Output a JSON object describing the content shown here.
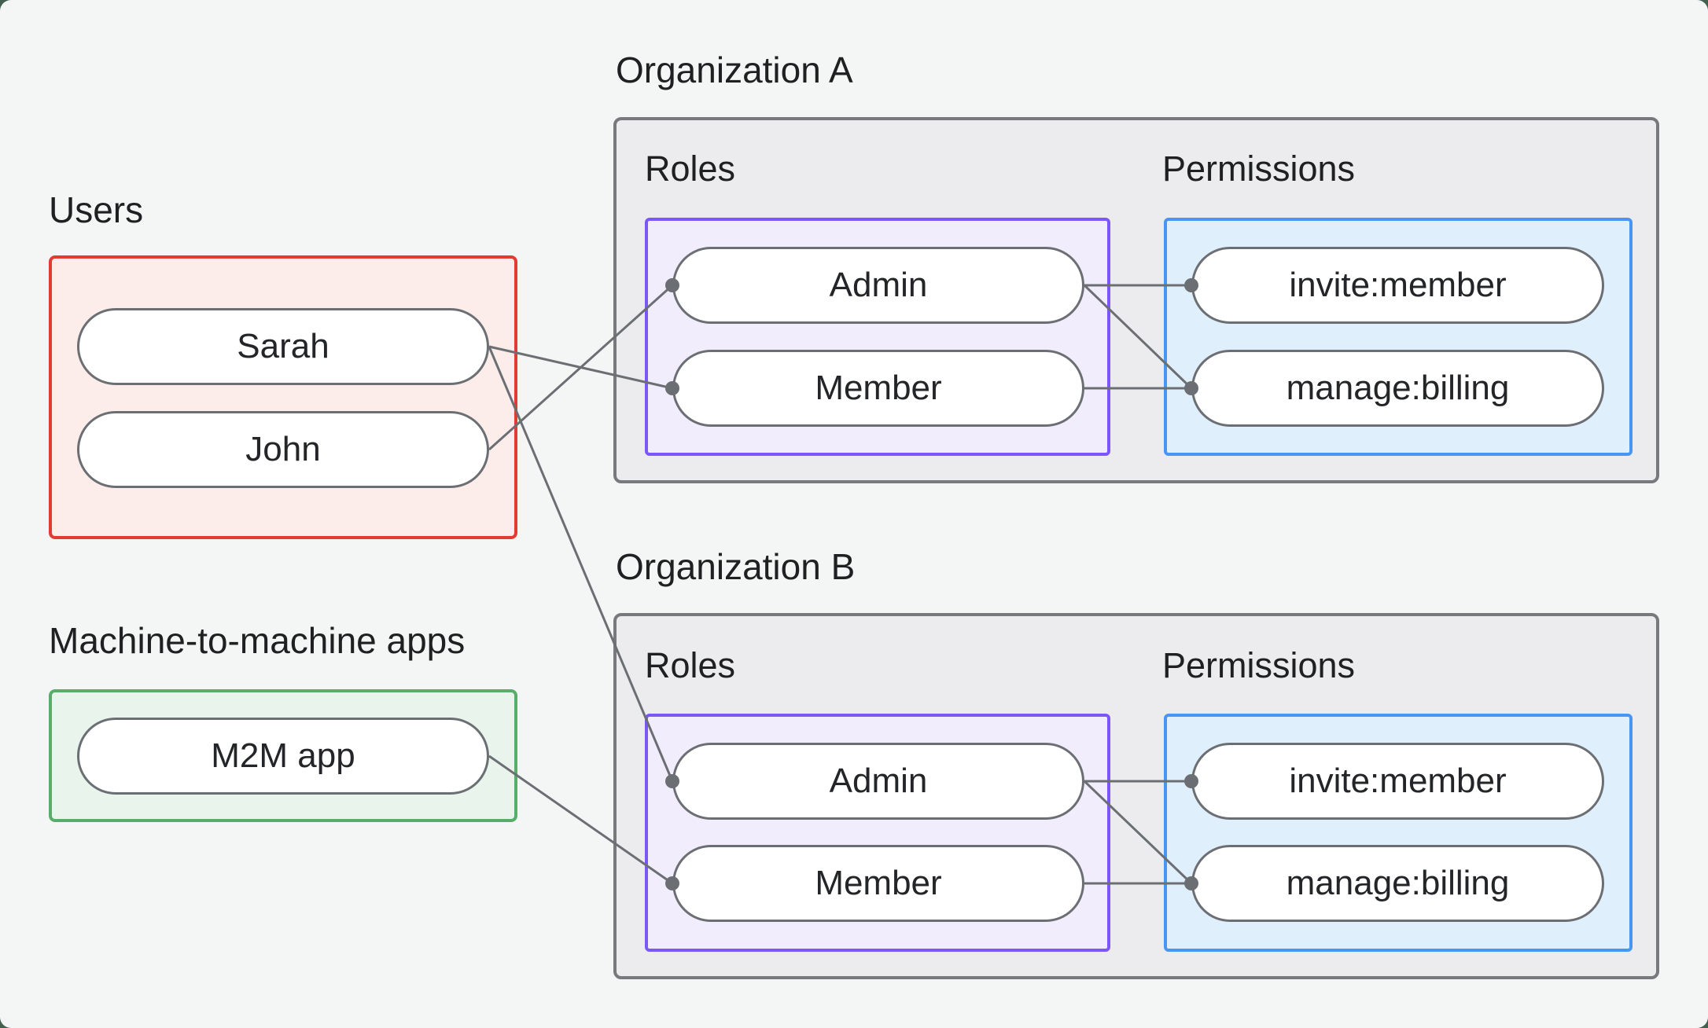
{
  "theme": {
    "page_corner_color": "#41604e",
    "card_bg": "#f4f6f5",
    "org_box_bg": "#ececee",
    "org_box_border": "#77797c",
    "users_box_border": "#e23b31",
    "users_box_bg": "#fcecea",
    "m2m_box_border": "#57ae6b",
    "m2m_box_bg": "#e9f4ec",
    "roles_box_border": "#7b57f7",
    "roles_box_bg": "#f2edfd",
    "permissions_box_border": "#4796f3",
    "permissions_box_bg": "#e0effc",
    "pill_border": "#6b6f73",
    "pill_bg": "#ffffff",
    "line_color": "#6b6f73",
    "text_color": "#1e2022"
  },
  "left_panel": {
    "users": {
      "label": "Users",
      "items": [
        {
          "id": "user-sarah",
          "label": "Sarah"
        },
        {
          "id": "user-john",
          "label": "John"
        }
      ]
    },
    "m2m": {
      "label": "Machine-to-machine apps",
      "items": [
        {
          "id": "m2m-app",
          "label": "M2M app"
        }
      ]
    }
  },
  "organizations": [
    {
      "title": "Organization A",
      "roles_label": "Roles",
      "permissions_label": "Permissions",
      "roles": [
        {
          "id": "orgA-role-admin",
          "label": "Admin"
        },
        {
          "id": "orgA-role-member",
          "label": "Member"
        }
      ],
      "permissions": [
        {
          "id": "orgA-perm-invite",
          "label": "invite:member"
        },
        {
          "id": "orgA-perm-manage",
          "label": "manage:billing"
        }
      ]
    },
    {
      "title": "Organization B",
      "roles_label": "Roles",
      "permissions_label": "Permissions",
      "roles": [
        {
          "id": "orgB-role-admin",
          "label": "Admin"
        },
        {
          "id": "orgB-role-member",
          "label": "Member"
        }
      ],
      "permissions": [
        {
          "id": "orgB-perm-invite",
          "label": "invite:member"
        },
        {
          "id": "orgB-perm-manage",
          "label": "manage:billing"
        }
      ]
    }
  ],
  "connections": [
    {
      "from": "user-sarah",
      "to": "orgA-role-member"
    },
    {
      "from": "user-john",
      "to": "orgA-role-admin"
    },
    {
      "from": "user-sarah",
      "to": "orgB-role-admin"
    },
    {
      "from": "m2m-app",
      "to": "orgB-role-member"
    },
    {
      "from": "orgA-role-admin",
      "to": "orgA-perm-invite"
    },
    {
      "from": "orgA-role-admin",
      "to": "orgA-perm-manage"
    },
    {
      "from": "orgA-role-member",
      "to": "orgA-perm-manage"
    },
    {
      "from": "orgB-role-admin",
      "to": "orgB-perm-invite"
    },
    {
      "from": "orgB-role-admin",
      "to": "orgB-perm-manage"
    },
    {
      "from": "orgB-role-member",
      "to": "orgB-perm-manage"
    }
  ]
}
